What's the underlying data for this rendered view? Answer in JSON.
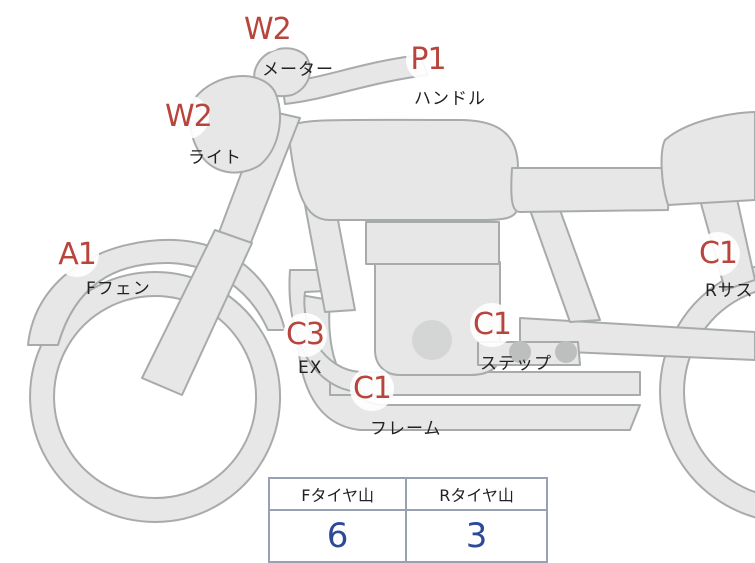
{
  "callouts": [
    {
      "id": "meter",
      "code": "W2",
      "label": "メーター"
    },
    {
      "id": "handle",
      "code": "P1",
      "label": "ハンドル"
    },
    {
      "id": "light",
      "code": "W2",
      "label": "ライト"
    },
    {
      "id": "f-fender",
      "code": "A1",
      "label": "Fフェン"
    },
    {
      "id": "r-suspension",
      "code": "C1",
      "label": "Rサス"
    },
    {
      "id": "exhaust",
      "code": "C3",
      "label": "EX"
    },
    {
      "id": "step",
      "code": "C1",
      "label": "ステップ"
    },
    {
      "id": "frame",
      "code": "C1",
      "label": "フレーム"
    }
  ],
  "tire_table": {
    "front_header": "Fタイヤ山",
    "rear_header": "Rタイヤ山",
    "front_value": "6",
    "rear_value": "3"
  },
  "colors": {
    "body_fill": "#e6e7e6",
    "outline": "#a8abac",
    "code_text": "#b8453c",
    "value_text": "#2c4a96"
  }
}
